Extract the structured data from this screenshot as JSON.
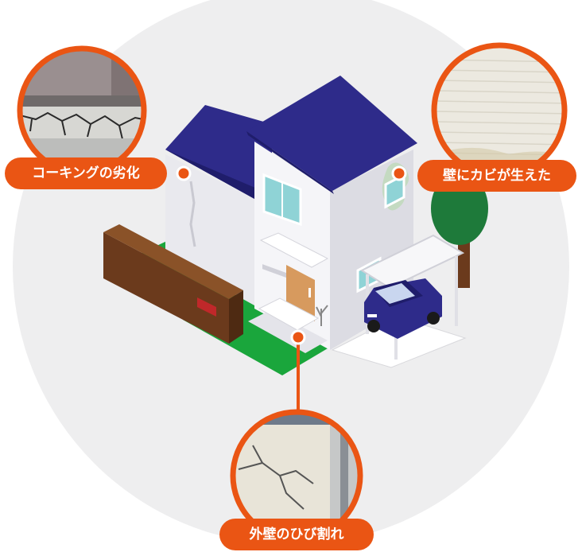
{
  "colors": {
    "accent": "#ea5514",
    "roof": "#2e2b8a",
    "wall": "#f2f2f4",
    "lawn": "#1aa63c",
    "fence": "#6b3a1c",
    "background_circle": "#eeeeef"
  },
  "callouts": [
    {
      "id": "caulking",
      "label": "コーキングの劣化",
      "photo": "cracked-caulking-photo"
    },
    {
      "id": "mold",
      "label": "壁にカビが生えた",
      "photo": "moldy-siding-photo"
    },
    {
      "id": "crack",
      "label": "外壁のひび割れ",
      "photo": "cracked-wall-photo"
    }
  ]
}
